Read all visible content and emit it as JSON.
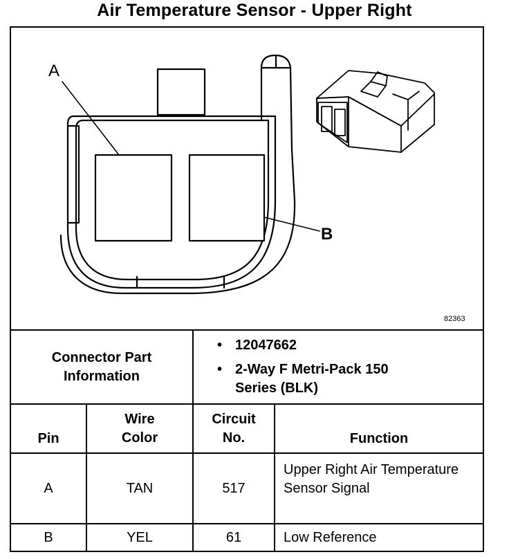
{
  "title": "Air Temperature Sensor - Upper Right",
  "diagram": {
    "label_a": "A",
    "label_b": "B",
    "figure_id": "82363"
  },
  "connector_info": {
    "label": "Connector Part Information",
    "bullets": [
      "12047662",
      "2-Way F Metri-Pack 150 Series (BLK)"
    ],
    "bullet_symbol": "•"
  },
  "pin_table": {
    "headers": {
      "pin": "Pin",
      "wire_color": "Wire Color",
      "circuit_no": "Circuit No.",
      "function": "Function"
    },
    "rows": [
      {
        "pin": "A",
        "wire_color": "TAN",
        "circuit_no": "517",
        "function": "Upper Right Air Temperature Sensor Signal"
      },
      {
        "pin": "B",
        "wire_color": "YEL",
        "circuit_no": "61",
        "function": "Low Reference"
      }
    ]
  }
}
